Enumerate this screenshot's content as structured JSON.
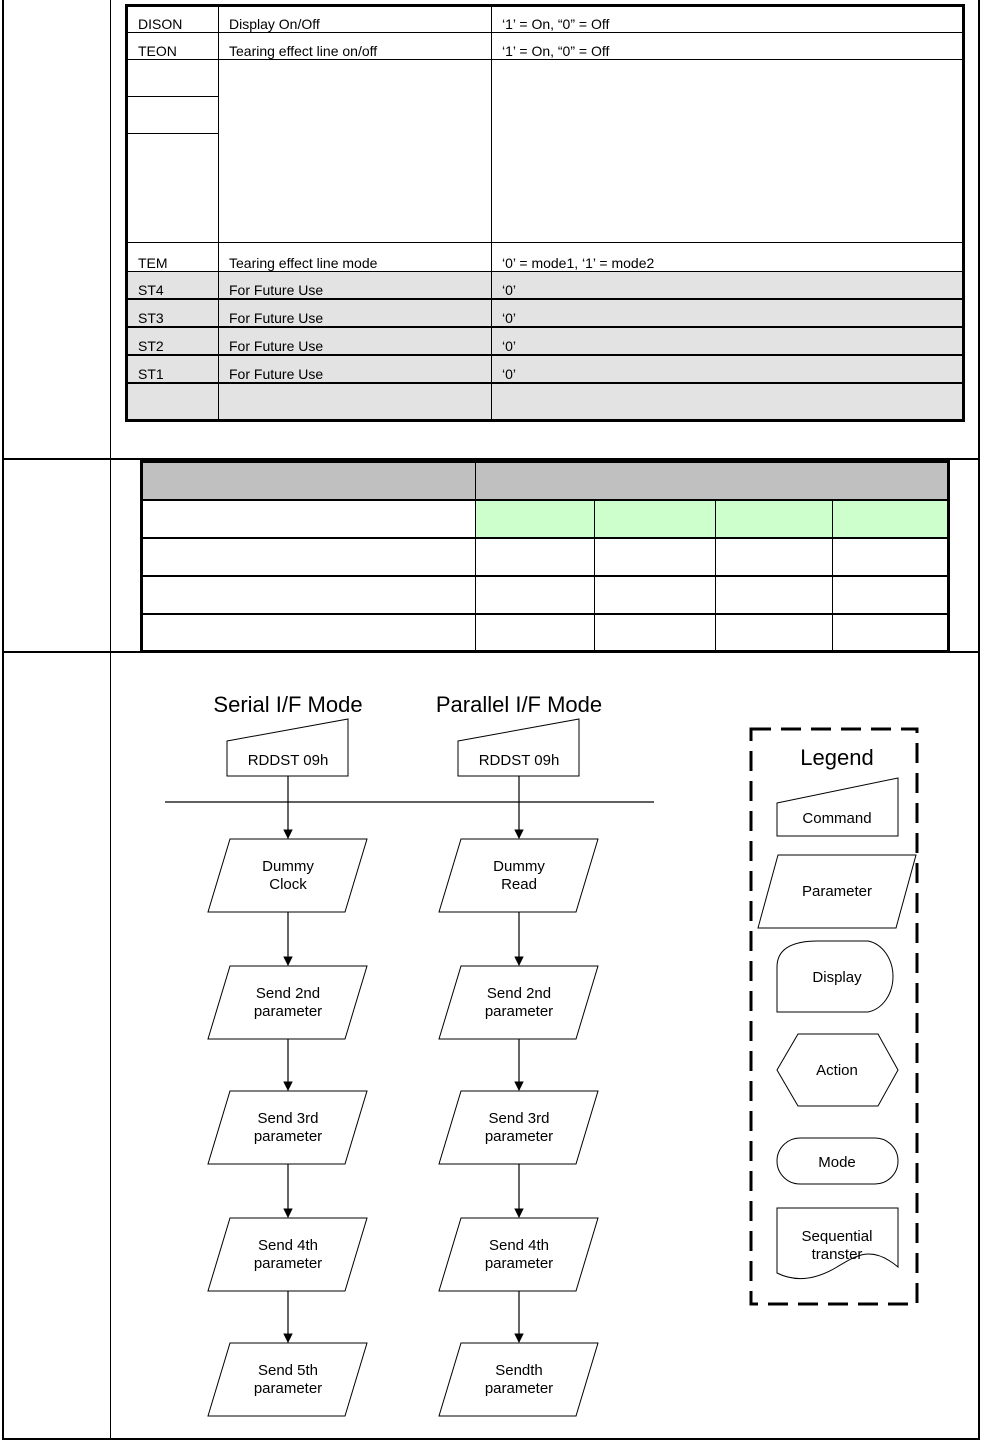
{
  "register_table": {
    "rows": [
      {
        "bit": "DISON",
        "description": "Display On/Off",
        "value": "‘1’ = On, “0” = Off"
      },
      {
        "bit": "TEON",
        "description": "Tearing effect line on/off",
        "value": "‘1’ = On, “0” = Off"
      },
      {
        "bit": "TEM",
        "description": "Tearing effect line mode",
        "value": "‘0’ = mode1, ‘1’ = mode2"
      },
      {
        "bit": "ST4",
        "description": "For Future Use",
        "value": "‘0’"
      },
      {
        "bit": "ST3",
        "description": "For Future Use",
        "value": "‘0’"
      },
      {
        "bit": "ST2",
        "description": "For Future Use",
        "value": "‘0’"
      },
      {
        "bit": "ST1",
        "description": "For Future Use",
        "value": "‘0’"
      }
    ]
  },
  "flowchart": {
    "serial_title": "Serial I/F Mode",
    "parallel_title": "Parallel I/F Mode",
    "serial_steps": [
      "RDDST 09h",
      "Dummy|Clock",
      "Send 2nd|parameter",
      "Send 3rd|parameter",
      "Send 4th|parameter",
      "Send 5th|parameter"
    ],
    "parallel_steps": [
      "RDDST 09h",
      "Dummy|Read",
      "Send 2nd|parameter",
      "Send 3rd|parameter",
      "Send 4th|parameter",
      "Sendth|parameter"
    ]
  },
  "legend": {
    "title": "Legend",
    "command": "Command",
    "parameter": "Parameter",
    "display": "Display",
    "action": "Action",
    "mode": "Mode",
    "sequential_line1": "Sequential",
    "sequential_line2": "transter"
  },
  "colors": {
    "header_gray": "#c0c0c0",
    "row_gray": "#e3e3e3",
    "cell_green": "#ccffcc"
  }
}
